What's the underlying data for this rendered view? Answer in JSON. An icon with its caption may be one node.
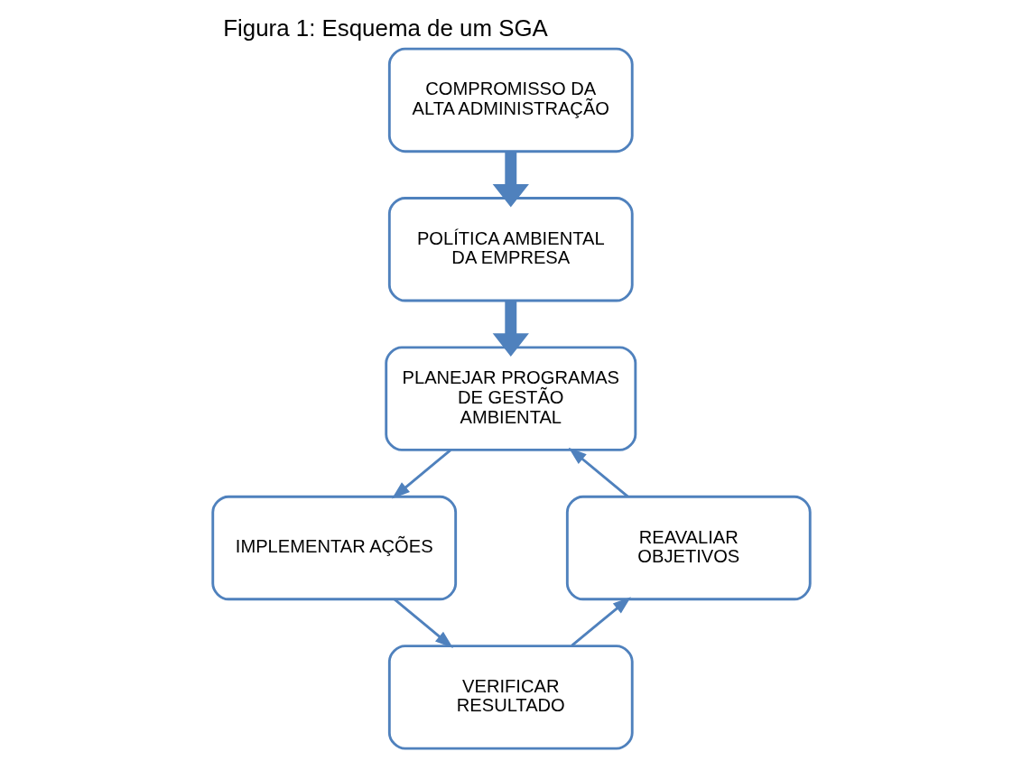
{
  "diagram": {
    "title": "Figura 1: Esquema de um SGA",
    "nodes": [
      {
        "text": [
          "COMPROMISSO DA ALTA ADMINISTRAÇÃO"
        ]
      },
      {
        "text": [
          "POLÍTICA AMBIENTAL DA EMPRESA"
        ]
      },
      {
        "text": [
          "PLANEJAR PROGRAMAS DE GESTÃO AMBIENTAL"
        ]
      },
      {
        "text": [
          "REAVALIAR OBJETIVOS"
        ]
      },
      {
        "text": [
          "IMPLEMENTAR AÇÕES"
        ]
      },
      {
        "text": [
          "VERIFICAR RESULTADO"
        ]
      }
    ],
    "edges": [
      {
        "from": 0,
        "to": 1,
        "arrow": "to",
        "style": "thick"
      },
      {
        "from": 1,
        "to": 2,
        "arrow": "to",
        "style": "thick"
      },
      {
        "from": 2,
        "to": 4,
        "arrow": "to"
      },
      {
        "from": 4,
        "to": 5,
        "arrow": "to"
      },
      {
        "from": 5,
        "to": 3,
        "arrow": "to"
      },
      {
        "from": 3,
        "to": 2,
        "arrow": "to"
      }
    ]
  }
}
